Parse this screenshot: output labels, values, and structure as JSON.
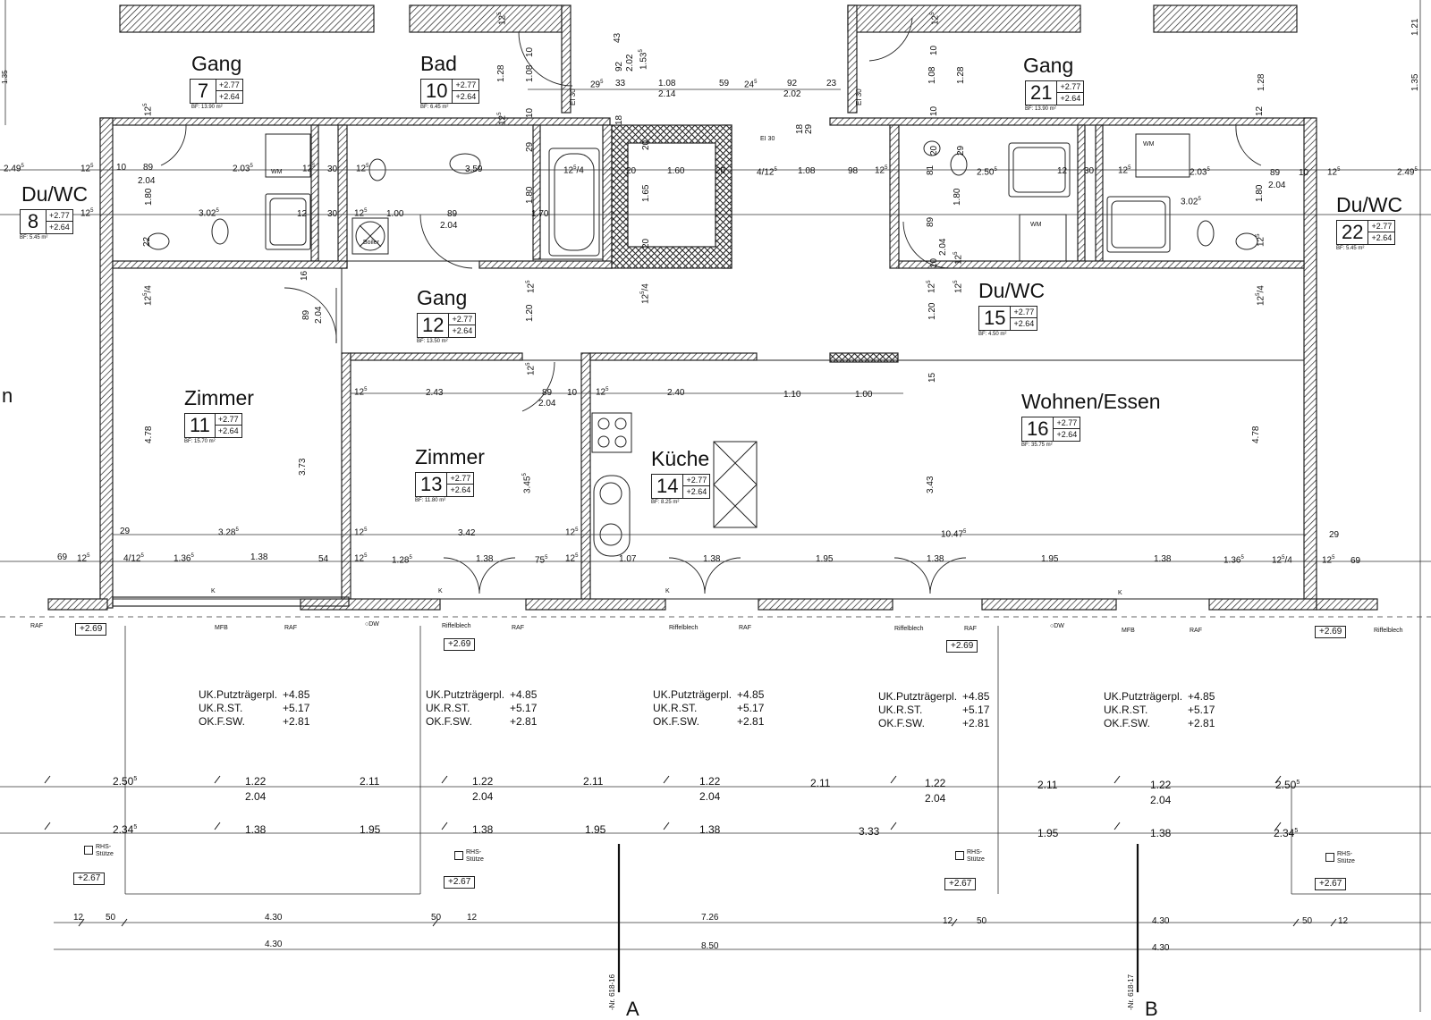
{
  "rooms": [
    {
      "id": "gang-7",
      "name": "Gang",
      "number": "7",
      "lv1": "+2.77",
      "lv2": "+2.64",
      "bf": "BF: 13.90 m²"
    },
    {
      "id": "bad-10",
      "name": "Bad",
      "number": "10",
      "lv1": "+2.77",
      "lv2": "+2.64",
      "bf": "BF: 6.45 m²"
    },
    {
      "id": "gang-21",
      "name": "Gang",
      "number": "21",
      "lv1": "+2.77",
      "lv2": "+2.64",
      "bf": "BF: 13.90 m²"
    },
    {
      "id": "duwc-8",
      "name": "Du/WC",
      "number": "8",
      "lv1": "+2.77",
      "lv2": "+2.64",
      "bf": "BF: 5.45 m²"
    },
    {
      "id": "duwc-22",
      "name": "Du/WC",
      "number": "22",
      "lv1": "+2.77",
      "lv2": "+2.64",
      "bf": "BF: 5.45 m²"
    },
    {
      "id": "gang-12",
      "name": "Gang",
      "number": "12",
      "lv1": "+2.77",
      "lv2": "+2.64",
      "bf": "BF: 13.50 m²"
    },
    {
      "id": "duwc-15",
      "name": "Du/WC",
      "number": "15",
      "lv1": "+2.77",
      "lv2": "+2.64",
      "bf": "BF: 4.50 m²"
    },
    {
      "id": "zimmer-11",
      "name": "Zimmer",
      "number": "11",
      "lv1": "+2.77",
      "lv2": "+2.64",
      "bf": "BF: 15.70 m²"
    },
    {
      "id": "zimmer-13",
      "name": "Zimmer",
      "number": "13",
      "lv1": "+2.77",
      "lv2": "+2.64",
      "bf": "BF: 11.80 m²"
    },
    {
      "id": "kueche-14",
      "name": "Küche",
      "number": "14",
      "lv1": "+2.77",
      "lv2": "+2.64",
      "bf": "BF: 8.25 m²"
    },
    {
      "id": "wohnen-16",
      "name": "Wohnen/Essen",
      "number": "16",
      "lv1": "+2.77",
      "lv2": "+2.64",
      "bf": "BF: 35.75 m²"
    }
  ],
  "dims": {
    "d01": "2.49",
    "d01s": "5",
    "d02": "12",
    "d02s": "5",
    "d03": "10",
    "d04": "89",
    "d05": "2.04",
    "d06": "2.03",
    "d06s": "5",
    "d07": "12",
    "d07s": "5",
    "d08": "30",
    "d09": "12",
    "d09s": "5",
    "d10": "3.59",
    "d11": "12",
    "d11s": "5",
    "d11t": "/4",
    "d12": "1.60",
    "d13": "20",
    "d14": "20",
    "d15": "4",
    "d15b": "12",
    "d15s": "5",
    "d16": "1.08",
    "d17": "98",
    "d18": "12",
    "d18s": "5",
    "d19": "2.50",
    "d19s": "5",
    "d20": "12",
    "d21": "30",
    "d22": "12",
    "d22s": "5",
    "d23": "2.03",
    "d23s": "5",
    "d24": "89",
    "d25": "10",
    "d26": "12",
    "d26s": "5",
    "d27": "2.49",
    "d27s": "5",
    "d28": "12",
    "d28s": "5",
    "d29": "3.02",
    "d29s": "5",
    "d30": "12",
    "d31": "30",
    "d32": "12",
    "d32s": "5",
    "d33": "1.00",
    "d34": "89",
    "d35": "2.04",
    "d36": "1.70",
    "d37": "3.02",
    "d37s": "5",
    "d38": "2.04",
    "d39": "29",
    "d39s": "5",
    "d40": "33",
    "d41": "1.08",
    "d42": "2.14",
    "d43": "59",
    "d44": "24",
    "d44s": "5",
    "d45": "92",
    "d46": "2.02",
    "d47": "23",
    "d48": "12",
    "d48s": "5",
    "d49": "2.43",
    "d50": "89",
    "d51": "2.04",
    "d52": "10",
    "d53": "12",
    "d53s": "5",
    "d54": "2.40",
    "d55": "1.10",
    "d56": "1.00",
    "d57": "29",
    "d58": "3.28",
    "d58s": "5",
    "d59": "12",
    "d59s": "5",
    "d60": "3.42",
    "d61": "12",
    "d61s": "5",
    "d62": "10.47",
    "d62s": "5",
    "d63": "29",
    "d64": "69",
    "d65": "12",
    "d65s": "5",
    "d66": "4",
    "d66b": "12",
    "d66s": "5",
    "d67": "1.36",
    "d67s": "5",
    "d68": "1.38",
    "d69": "54",
    "d70": "12",
    "d70s": "5",
    "d71": "1.28",
    "d71s": "5",
    "d72": "1.38",
    "d73": "75",
    "d73s": "5",
    "d74": "12",
    "d74s": "5",
    "d75": "1.07",
    "d76": "1.38",
    "d77": "1.95",
    "d78": "1.38",
    "d79": "1.95",
    "d80": "1.38",
    "d81": "1.36",
    "d81s": "5",
    "d82": "12",
    "d82s": "5",
    "d82t": "/4",
    "d83": "12",
    "d83s": "5",
    "d84": "69",
    "v01": "1.28",
    "v02": "1.08",
    "v03": "1.53",
    "v03s": "5",
    "v04": "43",
    "v05": "2.02",
    "v06": "92",
    "v07": "1.08",
    "v08": "1.28",
    "v09": "1.35",
    "v10": "1.21",
    "v11": "1.80",
    "v12": "1.80",
    "v13": "1.65",
    "v14": "1.80",
    "v15": "1.80",
    "v16": "2.04",
    "v17": "89",
    "v18": "89",
    "v19": "2.04",
    "v20": "1.20",
    "v21": "1.20",
    "v22": "15",
    "v23": "4.78",
    "v24": "3.73",
    "v25": "3.45",
    "v25s": "5",
    "v26": "3.43",
    "v27": "4.78",
    "v28": "12",
    "v28s": "5",
    "v28t": "/4",
    "v29": "12",
    "v29s": "5",
    "v29t": "/4",
    "v30": "12",
    "v30s": "5",
    "v31": "12",
    "v31s": "5",
    "v32": "12",
    "v32s": "5",
    "v33": "10",
    "v34": "10",
    "v35": "29",
    "v36": "29",
    "v37": "12",
    "v37s": "5",
    "v38": "18",
    "v39": "12",
    "v39s": "5",
    "v40": "12",
    "v40s": "5",
    "v41": "10",
    "v42": "10",
    "v43": "81",
    "v44": "20",
    "v45": "20",
    "v46": "20",
    "v47": "12",
    "v47s": "5",
    "v48": "16",
    "v49": "22",
    "v50": "12",
    "v50s": "5",
    "v51": "12",
    "v52": "12",
    "v52s": "5",
    "v53": "29",
    "v54": "18",
    "v55": "10",
    "v56": "12",
    "v56s": "5",
    "b01": "2.50",
    "b01s": "5",
    "b02": "1.22",
    "b03": "2.04",
    "b04": "2.11",
    "b05": "1.22",
    "b06": "2.04",
    "b07": "2.11",
    "b08": "1.22",
    "b09": "2.04",
    "b10": "2.11",
    "b11": "1.22",
    "b12": "2.04",
    "b13": "2.11",
    "b14": "1.22",
    "b15": "2.04",
    "b16": "2.50",
    "b16s": "5",
    "c01": "2.34",
    "c01s": "5",
    "c02": "1.38",
    "c03": "1.95",
    "c04": "1.38",
    "c05": "1.95",
    "c06": "1.38",
    "c07": "3.33",
    "c08": "1.95",
    "c09": "1.38",
    "c10": "2.34",
    "c10s": "5",
    "e01": "12",
    "e02": "50",
    "e03": "4.30",
    "e04": "50",
    "e05": "12",
    "e06": "7.26",
    "e07": "12",
    "e08": "50",
    "e09": "4.30",
    "e10": "50",
    "e11": "12",
    "f01": "4.30",
    "f02": "8.50",
    "f03": "4.30"
  },
  "tags": {
    "wm1": "WM",
    "wm2": "WM",
    "wm3": "WM",
    "boiler": "Boiler",
    "ei1": "EI 30",
    "ei2": "EI 30",
    "ei3": "EI 30",
    "raf": "RAF",
    "mfb": "MFB",
    "dw": "DW",
    "riffel": "Riffelblech",
    "k": "K"
  },
  "levels": {
    "l269": "+2.69",
    "l267": "+2.67"
  },
  "annotations": [
    {
      "k1": "UK.Putzträgerpl.",
      "v1": "+4.85",
      "k2": "UK.R.ST.",
      "v2": "+5.17",
      "k3": "OK.F.SW.",
      "v3": "+2.81"
    },
    {
      "k1": "UK.Putzträgerpl.",
      "v1": "+4.85",
      "k2": "UK.R.ST.",
      "v2": "+5.17",
      "k3": "OK.F.SW.",
      "v3": "+2.81"
    },
    {
      "k1": "UK.Putzträgerpl.",
      "v1": "+4.85",
      "k2": "UK.R.ST.",
      "v2": "+5.17",
      "k3": "OK.F.SW.",
      "v3": "+2.81"
    },
    {
      "k1": "UK.Putzträgerpl.",
      "v1": "+4.85",
      "k2": "UK.R.ST.",
      "v2": "+5.17",
      "k3": "OK.F.SW.",
      "v3": "+2.81"
    },
    {
      "k1": "UK.Putzträgerpl.",
      "v1": "+4.85",
      "k2": "UK.R.ST.",
      "v2": "+5.17",
      "k3": "OK.F.SW.",
      "v3": "+2.81"
    }
  ],
  "rhs": {
    "l1": "RHS-",
    "l2": "Stütze"
  },
  "refs": {
    "r1": "-Nr. 618-16",
    "r2": "-Nr. 618-17",
    "a": "A",
    "b": "B",
    "n": "n",
    "cut": "1.35"
  }
}
